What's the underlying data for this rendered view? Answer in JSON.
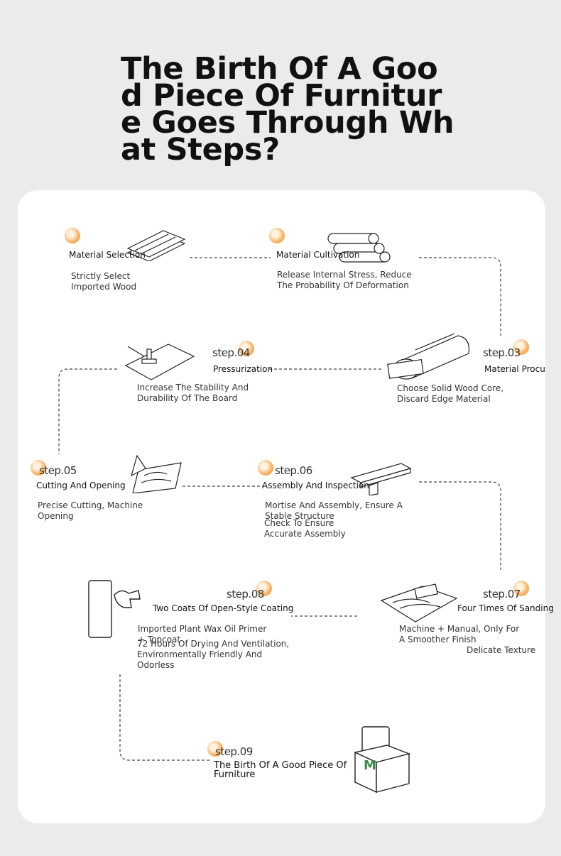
{
  "title": "The Birth Of A Good Piece Of Furniture Goes Through What Steps?",
  "steps": [
    {
      "label": "",
      "name": "Material Selection",
      "desc": "Strictly Select Imported Wood"
    },
    {
      "label": "",
      "name": "Material Cultivation",
      "desc": "Release Internal Stress, Reduce The Probability Of Deformation"
    },
    {
      "label": "step.03",
      "name": "Material Procurement",
      "desc": "Choose Solid Wood Core, Discard Edge Material"
    },
    {
      "label": "step.04",
      "name": "Pressurization",
      "desc": "Increase The Stability And Durability Of The Board"
    },
    {
      "label": "step.05",
      "name": "Cutting And Opening",
      "desc": "Precise Cutting, Machine Opening"
    },
    {
      "label": "step.06",
      "name": "Assembly And Inspection",
      "desc": "Mortise And Assembly, Ensure A Stable Structure",
      "desc2": "Check To Ensure Accurate Assembly"
    },
    {
      "label": "step.07",
      "name": "Four Times Of Sanding",
      "desc": "Machine + Manual, Only For A Smoother Finish",
      "desc2": "Delicate Texture"
    },
    {
      "label": "step.08",
      "name": "Two Coats Of Open-Style Coating",
      "desc": "Imported Plant Wax Oil Primer + Topcoat",
      "desc2": "72 Hours Of Drying And Ventilation, Environmentally Friendly And Odorless"
    },
    {
      "label": "step.09",
      "name": "The Birth Of A Good Piece Of Furniture",
      "desc": ""
    }
  ],
  "box_logo": "M",
  "colors": {
    "accent": "#f39a3a",
    "background": "#ebebeb",
    "panel": "#ffffff"
  }
}
